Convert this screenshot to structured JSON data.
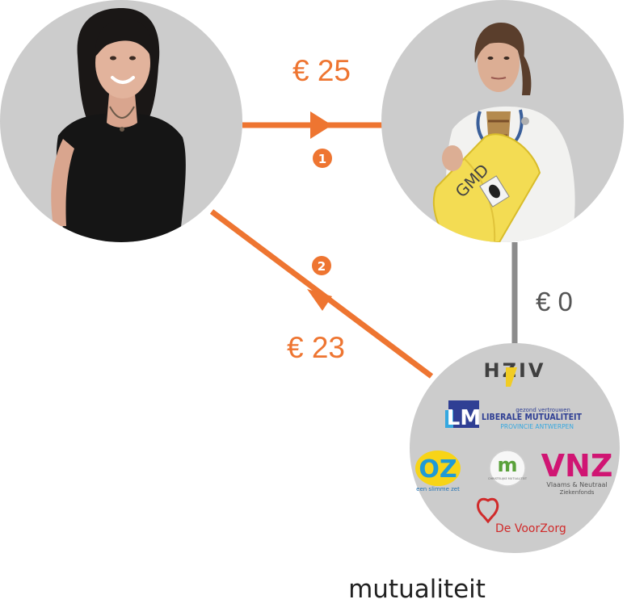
{
  "flows": {
    "patient_to_doctor": {
      "amount": "€ 25",
      "step": "1"
    },
    "mutuality_to_patient": {
      "amount": "€ 23",
      "step": "2"
    },
    "mutuality_to_doctor": {
      "amount": "€ 0"
    }
  },
  "doctor": {
    "folder_label": "GMD"
  },
  "mutuality": {
    "caption": "mutualiteit",
    "logos": {
      "hziv": "HZIV",
      "lm": {
        "mark": "LM",
        "tagline": "gezond vertrouwen",
        "name": "LIBERALE MUTUALITEIT",
        "region": "PROVINCIE ANTWERPEN"
      },
      "oz": {
        "mark": "OZ",
        "tagline": "een slimme zet"
      },
      "cm": {
        "mark": "m",
        "name": "CHRISTELIJKE MUTUALITEIT"
      },
      "vnz": {
        "mark": "VNZ",
        "line1": "Vlaams & Neutraal",
        "line2": "Ziekenfonds"
      },
      "voorzorg": {
        "name": "De VoorZorg"
      }
    }
  },
  "colors": {
    "orange": "#EE7531",
    "gray_bg": "#CCCCCC",
    "gray_line": "#8C8C8C",
    "amount_gray": "#555555"
  }
}
